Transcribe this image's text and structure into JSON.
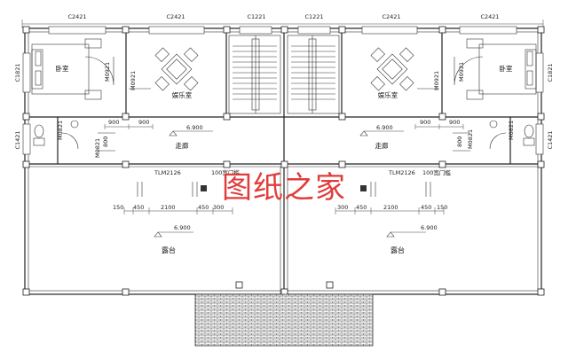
{
  "windows_top": [
    "C2421",
    "C2421",
    "C1221",
    "C1221",
    "C2421",
    "C2421"
  ],
  "side_windows": {
    "upper_left": "C1821",
    "upper_right": "C1821",
    "lower_left": "C1421",
    "lower_right": "C1421"
  },
  "rooms": {
    "bedroom": "卧室",
    "entertainment": "娱乐室",
    "corridor": "走廊",
    "terrace": "露台"
  },
  "doors": {
    "m0921": "M0921",
    "m0821": "M0821",
    "tlm_left": "TLM2126",
    "tlm_right": "TLM2126"
  },
  "railings": {
    "left": "100宽门槛",
    "right": "100宽门槛"
  },
  "elevations": {
    "corridor": "6.900",
    "terrace": "6.900"
  },
  "dims": {
    "d900": "900",
    "d800": "800",
    "terrace_left": [
      "150",
      "450",
      "2100",
      "450",
      "300"
    ],
    "terrace_right": [
      "300",
      "450",
      "2100",
      "450",
      "150"
    ]
  },
  "watermark": "图纸之家",
  "colors": {
    "line": "#222222",
    "watermark": "#e23b3b",
    "paving": "#555555"
  }
}
